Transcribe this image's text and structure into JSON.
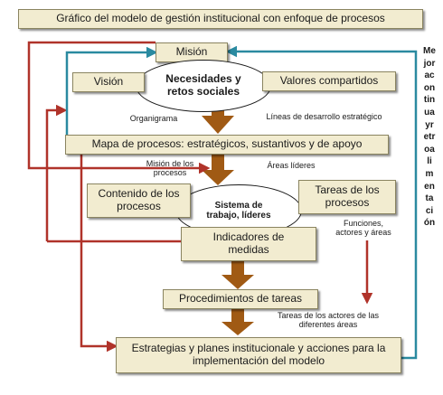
{
  "title": "Gráfico del modelo de gestión institucional con enfoque de procesos",
  "nodes": {
    "mision": "Misión",
    "necesidades": "Necesidades y retos sociales",
    "vision": "Visión",
    "valores": "Valores compartidos",
    "mapa": "Mapa de procesos: estratégicos, sustantivos y de apoyo",
    "contenido": "Contenido de los procesos",
    "sistema": "Sistema de trabajo, líderes",
    "tareas": "Tareas de los procesos",
    "indicadores": "Indicadores de medidas",
    "procedimientos": "Procedimientos de tareas",
    "estrategias": "Estrategias y planes institucionale y acciones para la implementación del modelo"
  },
  "labels": {
    "organigrama": "Organigrama",
    "lineas": "Líneas de desarrollo estratégico",
    "mision_procesos": "Misión de los procesos",
    "areas_lideres": "Áreas líderes",
    "funciones": "Funciones, actores y áreas",
    "tareas_actores": "Tareas de los actores de las diferentes áreas",
    "mejora": "Mejoracontinuayretroalimentación"
  },
  "colors": {
    "box_fill": "#f2ecd0",
    "box_border": "#8a8460",
    "red_arrow": "#b0332a",
    "blue_arrow": "#2a8aa0",
    "brown_arrow": "#a05a14"
  }
}
